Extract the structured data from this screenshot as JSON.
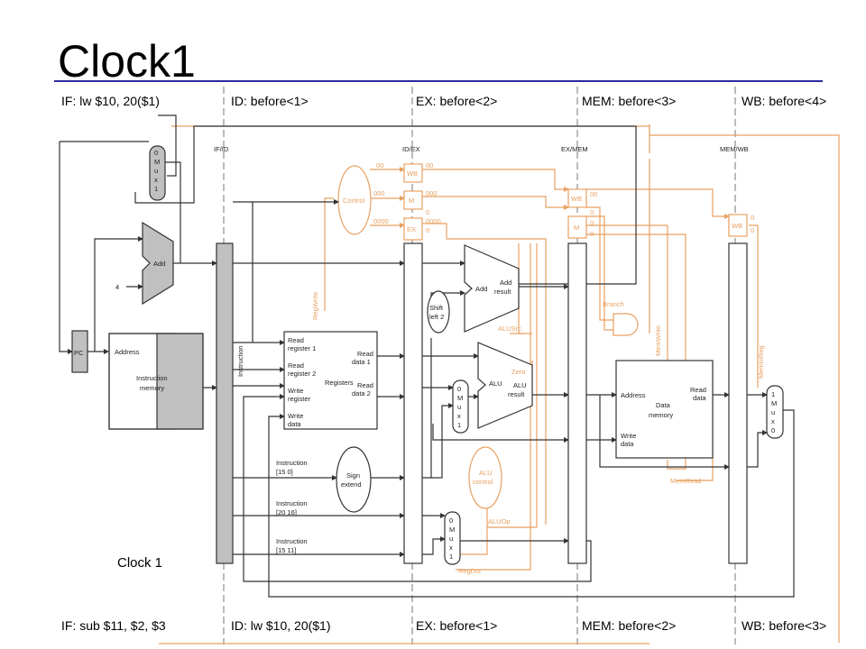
{
  "title": "Clock1",
  "stages_top": [
    {
      "key": "if",
      "text": "IF: lw $10, 20($1)"
    },
    {
      "key": "id",
      "text": "ID: before<1>"
    },
    {
      "key": "ex",
      "text": "EX: before<2>"
    },
    {
      "key": "mem",
      "text": "MEM: before<3>"
    },
    {
      "key": "wb",
      "text": "WB: before<4>"
    }
  ],
  "stages_bottom": [
    {
      "key": "if",
      "text": "IF: sub $11, $2, $3"
    },
    {
      "key": "id",
      "text": "ID: lw $10, 20($1)"
    },
    {
      "key": "ex",
      "text": "EX: before<1>"
    },
    {
      "key": "mem",
      "text": "MEM: before<2>"
    },
    {
      "key": "wb",
      "text": "WB: before<3>"
    }
  ],
  "clock_label": "Clock 1",
  "colors": {
    "active": "#333333",
    "inactive": "#e8a060",
    "unit_fill": "#c0c0c0",
    "accent": "#2a2aa0"
  },
  "pipeline_registers": {
    "if_id": "IF/ID",
    "id_ex": "ID/EX",
    "ex_mem": "EX/MEM",
    "mem_wb": "MEM/WB"
  },
  "units": {
    "pc": "PC",
    "add_pc": "Add",
    "const_four": "4",
    "instruction_memory": {
      "address": "Address",
      "name_line1": "Instruction",
      "name_line2": "memory"
    },
    "instruction_bus": "Instruction",
    "registers": {
      "read_reg1_a": "Read",
      "read_reg1_b": "register 1",
      "read_reg2_a": "Read",
      "read_reg2_b": "register 2",
      "write_reg_a": "Write",
      "write_reg_b": "register",
      "write_data_a": "Write",
      "write_data_b": "data",
      "read_data1_a": "Read",
      "read_data1_b": "data 1",
      "read_data2_a": "Read",
      "read_data2_b": "data 2",
      "name": "Registers"
    },
    "control": "Control",
    "shift_left": {
      "line1": "Shift",
      "line2": "left 2"
    },
    "add_branch": {
      "name": "Add",
      "result1": "Add",
      "result2": "result"
    },
    "alu": {
      "name": "ALU",
      "result1": "ALU",
      "result2": "result",
      "zero": "Zero"
    },
    "alu_control": {
      "line1": "ALU",
      "line2": "control"
    },
    "sign_extend": {
      "line1": "Sign",
      "line2": "extend"
    },
    "data_memory": {
      "address": "Address",
      "write_data_a": "Write",
      "write_data_b": "data",
      "read_data_a": "Read",
      "read_data_b": "data",
      "name_line1": "Data",
      "name_line2": "memory"
    },
    "mux_labels": {
      "top": [
        "0",
        "M",
        "u",
        "x",
        "1"
      ],
      "alu_src": [
        "0",
        "M",
        "u",
        "x",
        "1"
      ],
      "reg_dst": [
        "0",
        "M",
        "u",
        "x",
        "1"
      ],
      "wb": [
        "1",
        "M",
        "u",
        "x",
        "0"
      ]
    },
    "instr_fields": [
      {
        "a": "Instruction",
        "b": "[15   0]"
      },
      {
        "a": "Instruction",
        "b": "[20   16]"
      },
      {
        "a": "Instruction",
        "b": "[15   11]"
      }
    ],
    "control_signals": {
      "reg_write": "RegWrite",
      "alu_src": "ALUSrc",
      "alu_op": "ALUOp",
      "reg_dst": "RegDst",
      "branch": "Branch",
      "mem_write": "MemWrite",
      "mem_read": "MemRead",
      "mem_to_reg": "MemtoReg"
    },
    "field_tags": {
      "wb": "WB",
      "m": "M",
      "ex": "EX"
    },
    "control_values": {
      "idex_wb": "00",
      "idex_m": "000",
      "idex_ex": "0000",
      "ctl_wb": "00",
      "ctl_m": "000",
      "ctl_ex": "0000",
      "exmem_wb": "00",
      "exmem_m0": "0",
      "exmem_m1": "0",
      "exmem_m2": "0",
      "memwb_0": "0",
      "memwb_1": "0",
      "ex_0": "0",
      "ex_1": "0",
      "ex_2": "0",
      "ex_3": "0"
    }
  }
}
